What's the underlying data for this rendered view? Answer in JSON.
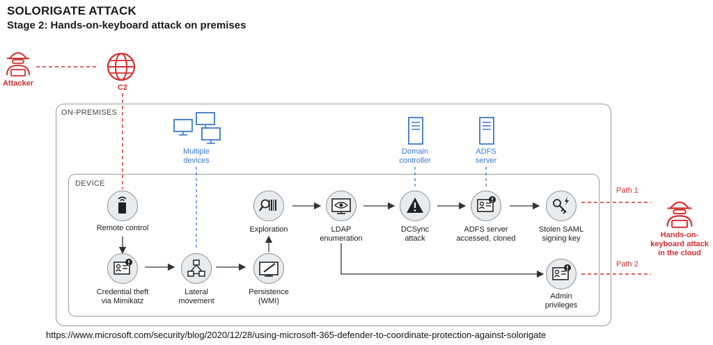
{
  "title": "SOLORIGATE ATTACK",
  "subtitle": "Stage 2: Hands-on-keyboard attack on premises",
  "source_url": "https://www.microsoft.com/security/blog/2020/12/28/using-microsoft-365-defender-to-coordinate-protection-against-solorigate",
  "regions": {
    "onprem": "ON-PREMISES",
    "device": "DEVICE"
  },
  "actors": {
    "attacker": "Attacker",
    "c2": "C2",
    "cloud_line1": "Hands-on-",
    "cloud_line2": "keyboard attack",
    "cloud_line3": "in the cloud"
  },
  "infra": {
    "multiple_line1": "Multiple",
    "multiple_line2": "devices",
    "dc_line1": "Domain",
    "dc_line2": "controller",
    "adfs_line1": "ADFS",
    "adfs_line2": "server"
  },
  "steps": {
    "remote_control": "Remote control",
    "cred_line1": "Credential theft",
    "cred_line2": "via Mimikatz",
    "lateral_line1": "Lateral",
    "lateral_line2": "movement",
    "persist_line1": "Persistence",
    "persist_line2": "(WMI)",
    "exploration": "Exploration",
    "ldap_line1": "LDAP",
    "ldap_line2": "enumeration",
    "dcsync_line1": "DCSync",
    "dcsync_line2": "attack",
    "adfs_line1": "ADFS server",
    "adfs_line2": "accessed, cloned",
    "saml_line1": "Stolen SAML",
    "saml_line2": "signing key",
    "admin_line1": "Admin",
    "admin_line2": "privileges"
  },
  "paths": {
    "path1": "Path 1",
    "path2": "Path 2"
  },
  "colors": {
    "accent_red": "#d32f2f",
    "accent_blue": "#3b78c9",
    "node_fill": "#e9ecef",
    "box_border": "#9a9a9a"
  }
}
